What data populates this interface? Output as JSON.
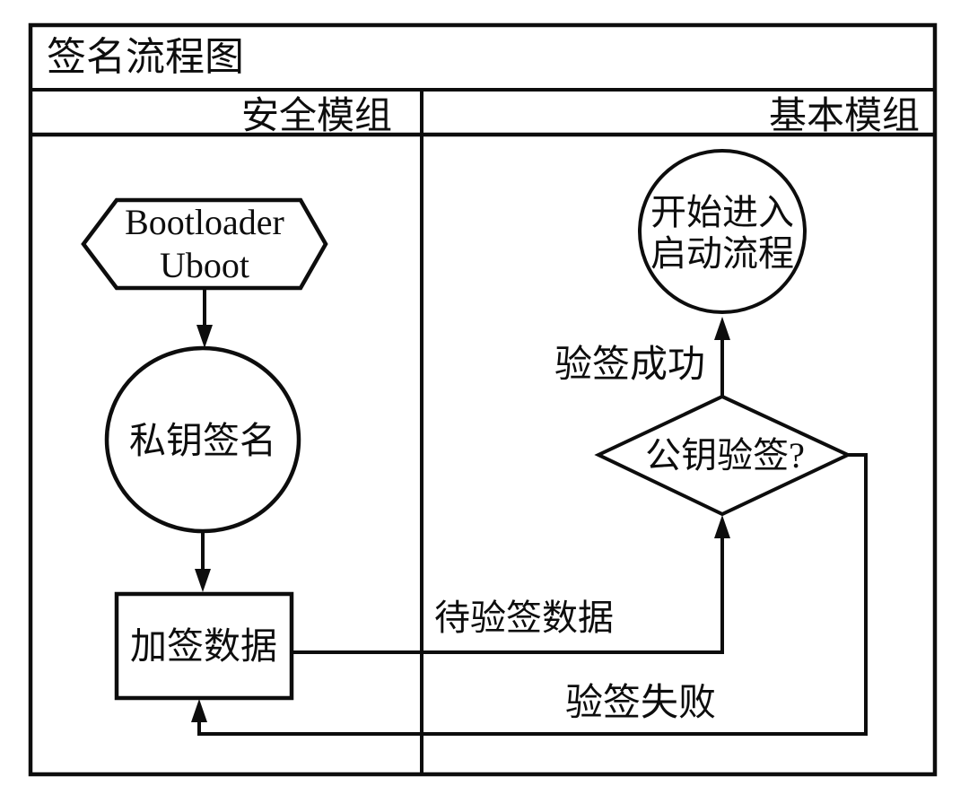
{
  "diagram": {
    "title": "签名流程图",
    "lanes": {
      "left": {
        "label": "安全模组"
      },
      "right": {
        "label": "基本模组"
      }
    },
    "nodes": {
      "bootloader": {
        "shape": "hexagon",
        "line1": "Bootloader",
        "line2": "Uboot"
      },
      "private_key_sign": {
        "shape": "circle",
        "label": "私钥签名"
      },
      "signed_data": {
        "shape": "rectangle",
        "label": "加签数据"
      },
      "start_boot": {
        "shape": "circle",
        "line1": "开始进入",
        "line2": "启动流程"
      },
      "public_key_verify": {
        "shape": "diamond",
        "label": "公钥验签?"
      }
    },
    "edge_labels": {
      "verify_success": "验签成功",
      "data_to_verify": "待验签数据",
      "verify_fail": "验签失败"
    },
    "colors": {
      "line": "#0d0d0d",
      "background": "#ffffff"
    }
  }
}
